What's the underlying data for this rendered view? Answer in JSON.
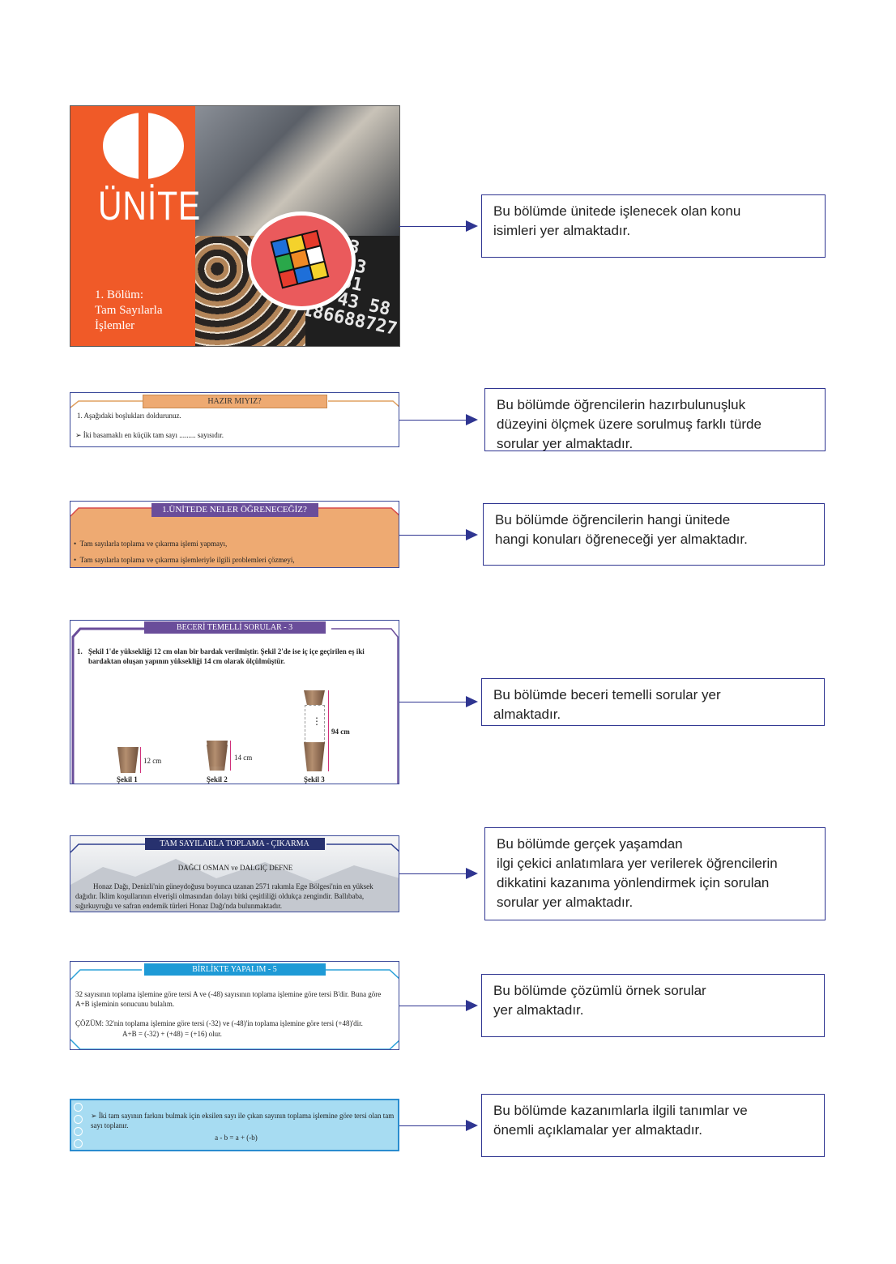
{
  "cover": {
    "unit_word": "ÜNİTE",
    "section_lines": [
      "1. Bölüm:",
      "Tam Sayılarla",
      "İşlemler"
    ],
    "numbers_text": "9083\n37903\n69861\n83 43 58\n186688727"
  },
  "hazir": {
    "title": "HAZIR MIYIZ?",
    "line1": "1. Aşağıdaki boşlukları doldurunuz.",
    "line2": "➢ İki basamaklı en küçük tam sayı ......... sayısıdır."
  },
  "neler": {
    "title": "1.ÜNİTEDE NELER ÖĞRENECEĞİZ?",
    "items": [
      "Tam sayılarla toplama ve çıkarma işlemi yapmayı,",
      "Tam sayılarla toplama ve çıkarma işlemleriyle ilgili problemleri çözmeyi,"
    ]
  },
  "beceri": {
    "title": "BECERİ TEMELLİ SORULAR - 3",
    "question_num": "1.",
    "question": "Şekil 1'de yüksekliği 12 cm olan bir bardak verilmiştir. Şekil 2'de ise iç içe geçirilen eş iki bardaktan oluşan yapının yüksekliği 14 cm olarak ölçülmüştür.",
    "fig1_label": "Şekil 1",
    "fig1_measure": "12 cm",
    "fig2_label": "Şekil 2",
    "fig2_measure": "14 cm",
    "fig3_label": "Şekil 3",
    "fig3_measure": "94 cm",
    "fig3_dots": "⋮"
  },
  "toplama": {
    "title": "TAM SAYILARLA TOPLAMA - ÇIKARMA",
    "subtitle": "DAĞCI OSMAN ve DALGIÇ DEFNE",
    "text": "Honaz Dağı, Denizli'nin güneydoğusu boyunca uzanan 2571 rakımla Ege Bölgesi'nin en yüksek dağıdır. İklim koşullarının elverişli olmasından dolayı bitki çeşitliliği oldukça zengindir. Ballıbaba, sığırkuyruğu ve safran endemik türleri Honaz Dağı'nda bulunmaktadır."
  },
  "birlikte": {
    "title": "BİRLİKTE YAPALIM - 5",
    "q": "32 sayısının toplama işlemine göre tersi A ve (-48) sayısının toplama işlemine göre tersi B'dir. Buna göre A+B işleminin sonucunu bulalım.",
    "sol": "ÇÖZÜM: 32'nin toplama işlemine göre tersi (-32) ve (-48)'in toplama işlemine göre tersi (+48)'dir.",
    "sol2": "A+B = (-32) + (+48) = (+16) olur."
  },
  "bilgi": {
    "text": "➢ İki tam sayının farkını bulmak için eksilen sayı ile çıkan sayının toplama işlemine göre tersi olan tam sayı toplanır.",
    "formula": "a - b = a + (-b)"
  },
  "callouts": [
    "Bu bölümde ünitede işlenecek olan konu\nisimleri yer  almaktadır.",
    "Bu bölümde öğrencilerin hazırbulunuşluk\ndüzeyini ölçmek üzere sorulmuş farklı türde\nsorular yer almaktadır.",
    "Bu bölümde öğrencilerin hangi ünitede\nhangi konuları öğreneceği yer almaktadır.",
    "Bu bölümde  beceri temelli sorular yer\nalmaktadır.",
    "Bu bölümde  gerçek yaşamdan\nilgi çekici anlatımlara yer verilerek öğrencilerin\ndikkatini kazanıma yönlendirmek için sorulan\nsorular yer almaktadır.",
    "Bu bölümde çözümlü örnek sorular\nyer almaktadır.",
    "Bu bölümde kazanımlarla ilgili tanımlar ve\nönemli açıklamalar yer almaktadır."
  ]
}
